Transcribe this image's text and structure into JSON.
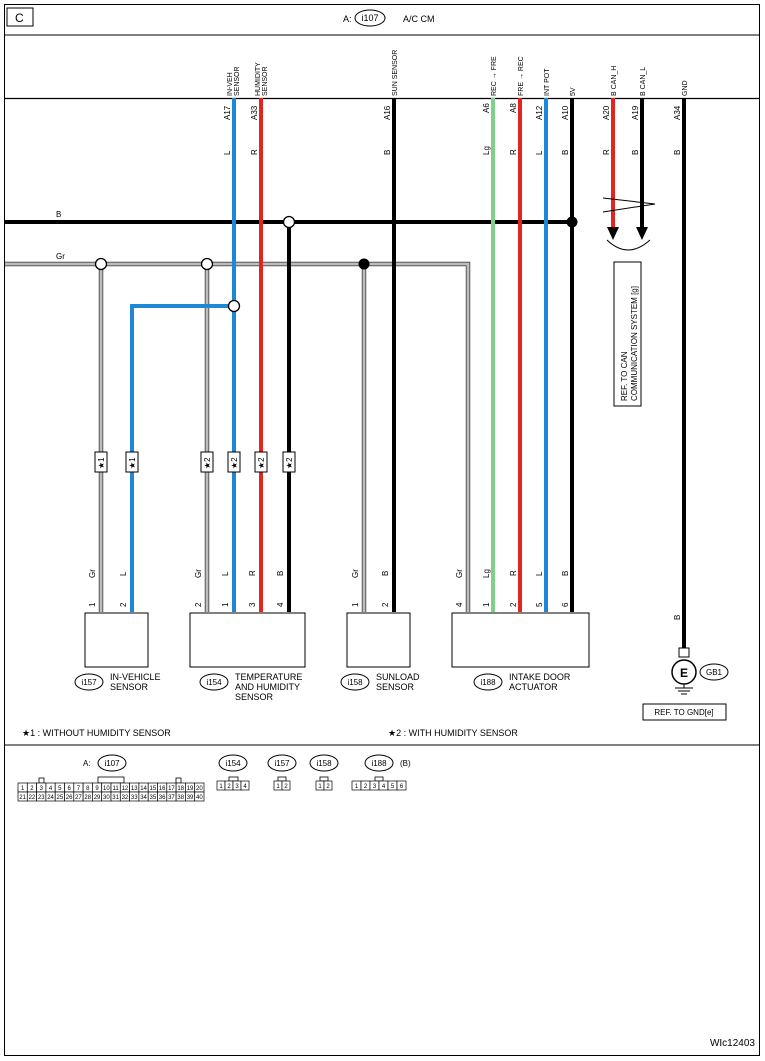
{
  "header": {
    "section_letter": "C",
    "module_prefix": "A:",
    "module_connector": "i107",
    "module_name": "A/C CM"
  },
  "top_pins": [
    {
      "signal": "IN-VEH SENSOR",
      "pin": "A17",
      "color": "L"
    },
    {
      "signal": "HUMIDITY SENSOR",
      "pin": "A33",
      "color": "R"
    },
    {
      "signal": "SUN SENSOR",
      "pin": "A16",
      "color": "B"
    },
    {
      "signal": "REC → FRE",
      "pin": "A6",
      "color": "Lg"
    },
    {
      "signal": "FRE → REC",
      "pin": "A8",
      "color": "R"
    },
    {
      "signal": "INT POT",
      "pin": "A12",
      "color": "L"
    },
    {
      "signal": "5V",
      "pin": "A10",
      "color": "B"
    },
    {
      "signal": "B CAN_H",
      "pin": "A20",
      "color": "R"
    },
    {
      "signal": "B CAN_L",
      "pin": "A19",
      "color": "B"
    },
    {
      "signal": "GND",
      "pin": "A34",
      "color": "B"
    }
  ],
  "buses": {
    "b_label": "B",
    "gr_label": "Gr"
  },
  "can_ref": "REF. TO CAN COMMUNICATION SYSTEM [g]",
  "markers": {
    "star1": "★1",
    "star2": "★2"
  },
  "components": [
    {
      "id": "i157",
      "name": "IN-VEHICLE SENSOR",
      "pins": [
        {
          "num": "1",
          "color": "Gr"
        },
        {
          "num": "2",
          "color": "L"
        }
      ]
    },
    {
      "id": "i154",
      "name": "TEMPERATURE AND HUMIDITY SENSOR",
      "pins": [
        {
          "num": "2",
          "color": "Gr"
        },
        {
          "num": "1",
          "color": "L"
        },
        {
          "num": "3",
          "color": "R"
        },
        {
          "num": "4",
          "color": "B"
        }
      ]
    },
    {
      "id": "i158",
      "name": "SUNLOAD SENSOR",
      "pins": [
        {
          "num": "1",
          "color": "Gr"
        },
        {
          "num": "2",
          "color": "B"
        }
      ]
    },
    {
      "id": "i188",
      "name": "INTAKE DOOR ACTUATOR",
      "pins": [
        {
          "num": "4",
          "color": "Gr"
        },
        {
          "num": "1",
          "color": "Lg"
        },
        {
          "num": "2",
          "color": "R"
        },
        {
          "num": "5",
          "color": "L"
        },
        {
          "num": "6",
          "color": "B"
        }
      ]
    }
  ],
  "ground": {
    "wire_color": "B",
    "symbol": "E",
    "id": "GB1",
    "ref": "REF. TO GND[e]"
  },
  "notes": {
    "note1": "★1  : WITHOUT HUMIDITY SENSOR",
    "note2": "★2  : WITH HUMIDITY SENSOR"
  },
  "connector_views": {
    "a_prefix": "A:",
    "a_id": "i107",
    "a_row1": [
      "1",
      "2",
      "3",
      "4",
      "5",
      "6",
      "7",
      "8",
      "9",
      "10",
      "11",
      "12",
      "13",
      "14",
      "15",
      "16",
      "17",
      "18",
      "19",
      "20"
    ],
    "a_row2": [
      "21",
      "22",
      "23",
      "24",
      "25",
      "26",
      "27",
      "28",
      "29",
      "30",
      "31",
      "32",
      "33",
      "34",
      "35",
      "36",
      "37",
      "38",
      "39",
      "40"
    ],
    "i154_id": "i154",
    "i154_pins": [
      "1",
      "2",
      "3",
      "4"
    ],
    "i157_id": "i157",
    "i157_pins": [
      "1",
      "2"
    ],
    "i158_id": "i158",
    "i158_pins": [
      "1",
      "2"
    ],
    "i188_id": "i188",
    "i188_suffix": "(B)",
    "i188_pins": [
      "1",
      "2",
      "3",
      "4",
      "5",
      "6"
    ]
  },
  "footer": {
    "code": "WIc12403"
  },
  "colors": {
    "blue": "#1e88d6",
    "red": "#e0261f",
    "green": "#7ed08a",
    "gray": "#bdbdbd",
    "black": "#000000"
  }
}
